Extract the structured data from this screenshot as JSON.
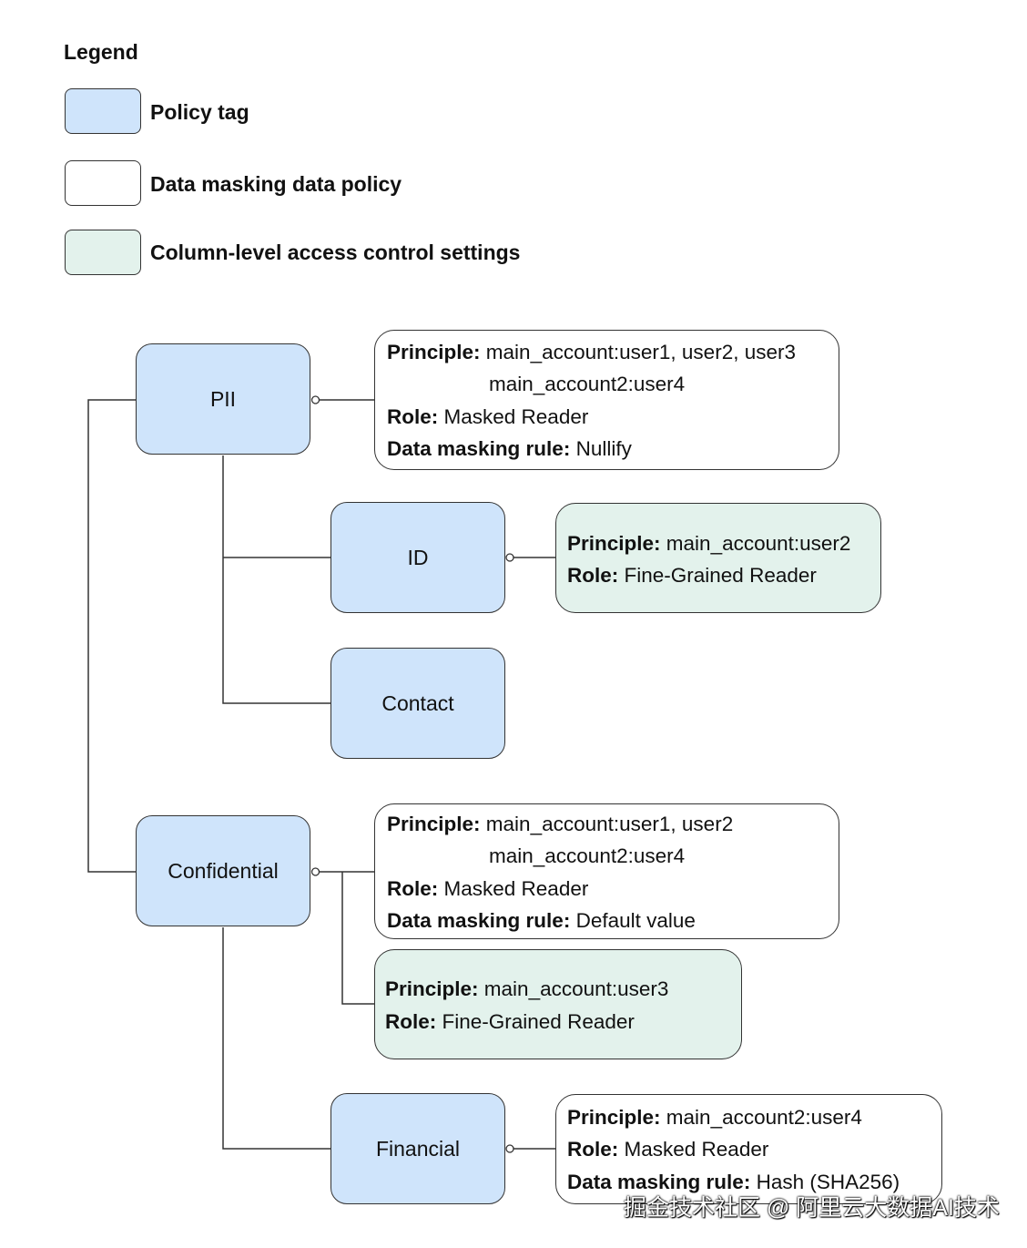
{
  "legend": {
    "title": "Legend",
    "items": [
      {
        "label": "Policy tag",
        "color": "#cfe4fb"
      },
      {
        "label": "Data masking data policy",
        "color": "#ffffff"
      },
      {
        "label": "Column-level access control settings",
        "color": "#e3f2ec"
      }
    ]
  },
  "labels": {
    "principle": "Principle:",
    "role": "Role:",
    "rule": "Data masking rule:"
  },
  "tags": {
    "pii": "PII",
    "id": "ID",
    "contact": "Contact",
    "confidential": "Confidential",
    "financial": "Financial"
  },
  "policies": {
    "pii_masking": {
      "principle_1": "main_account:user1, user2, user3",
      "principle_2": "main_account2:user4",
      "role": "Masked Reader",
      "rule": "Nullify"
    },
    "id_acl": {
      "principle": "main_account:user2",
      "role": "Fine-Grained Reader"
    },
    "confidential_masking": {
      "principle_1": "main_account:user1, user2",
      "principle_2": "main_account2:user4",
      "role": "Masked Reader",
      "rule": "Default value"
    },
    "confidential_acl": {
      "principle": "main_account:user3",
      "role": "Fine-Grained Reader"
    },
    "financial_masking": {
      "principle": "main_account2:user4",
      "role": "Masked Reader",
      "rule": "Hash (SHA256)"
    }
  },
  "watermark": "掘金技术社区 @ 阿里云大数据AI技术"
}
